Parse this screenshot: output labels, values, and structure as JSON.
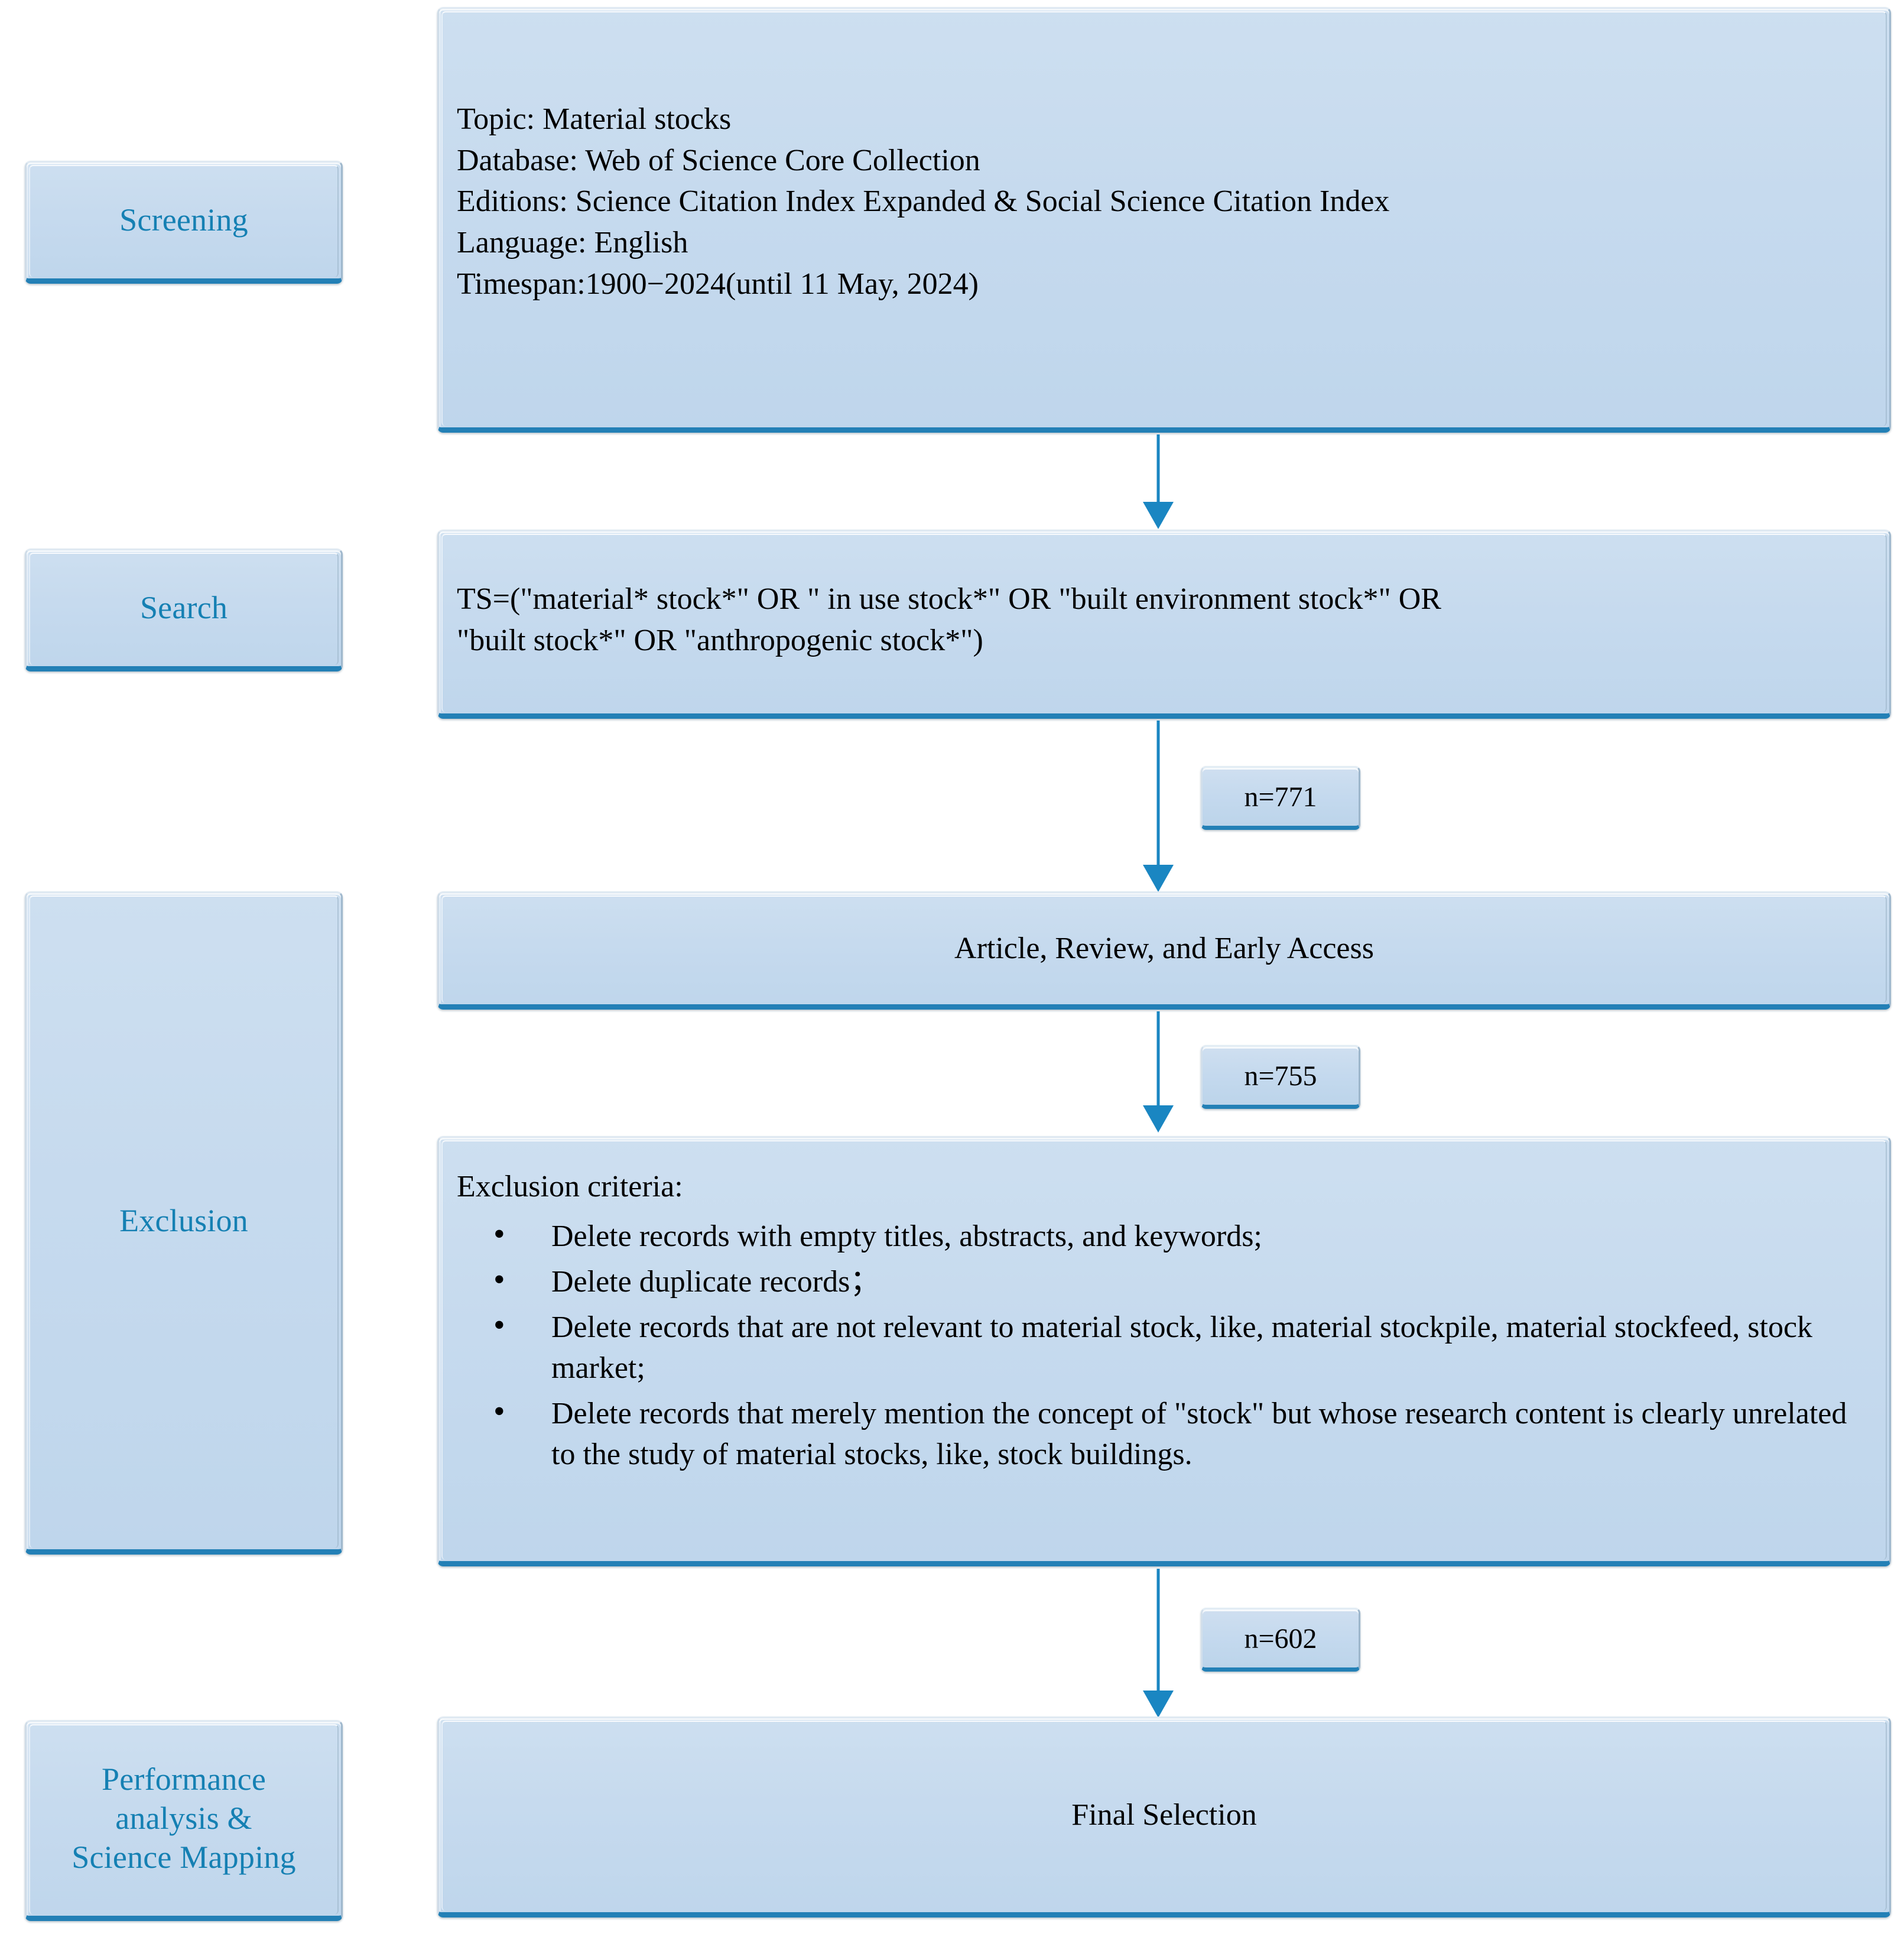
{
  "theme": {
    "box_fill": "#c7dbee",
    "box_rim_bottom": "#2380b6",
    "stage_label_color": "#1580b3",
    "arrow_color": "#1a86c2",
    "body_text_color": "#000000",
    "background": "#ffffff"
  },
  "stages": [
    {
      "id": "screening",
      "label": "Screening"
    },
    {
      "id": "search",
      "label": "Search"
    },
    {
      "id": "exclusion",
      "label": "Exclusion"
    },
    {
      "id": "performance",
      "label": "Performance\nanalysis &\nScience Mapping",
      "lines": [
        "Performance",
        "analysis &",
        "Science Mapping"
      ]
    }
  ],
  "screening_box": {
    "lines": [
      "Topic: Material stocks",
      "Database: Web of Science Core Collection",
      "Editions: Science Citation Index Expanded & Social Science Citation Index",
      "Language: English",
      "Timespan:1900−2024(until 11 May, 2024)"
    ]
  },
  "search_box": {
    "lines": [
      "TS=(\"material* stock*\" OR \" in use stock*\" OR \"built environment stock*\" OR",
      "\"built stock*\" OR \"anthropogenic stock*\")"
    ]
  },
  "doctype_box": {
    "label": "Article, Review, and Early Access"
  },
  "exclusion_box": {
    "heading": "Exclusion criteria:",
    "criteria": [
      "Delete records with empty titles, abstracts, and keywords;",
      "Delete duplicate records；",
      "Delete records that are not relevant to material stock, like, material stockpile, material stockfeed, stock market;",
      "Delete records that merely mention the concept of \"stock\" but whose research content is clearly unrelated to the study of  material stocks, like, stock buildings."
    ]
  },
  "final_box": {
    "label": "Final Selection"
  },
  "counts": [
    {
      "id": "count-771",
      "label": "n=771"
    },
    {
      "id": "count-755",
      "label": "n=755"
    },
    {
      "id": "count-602",
      "label": "n=602"
    }
  ]
}
